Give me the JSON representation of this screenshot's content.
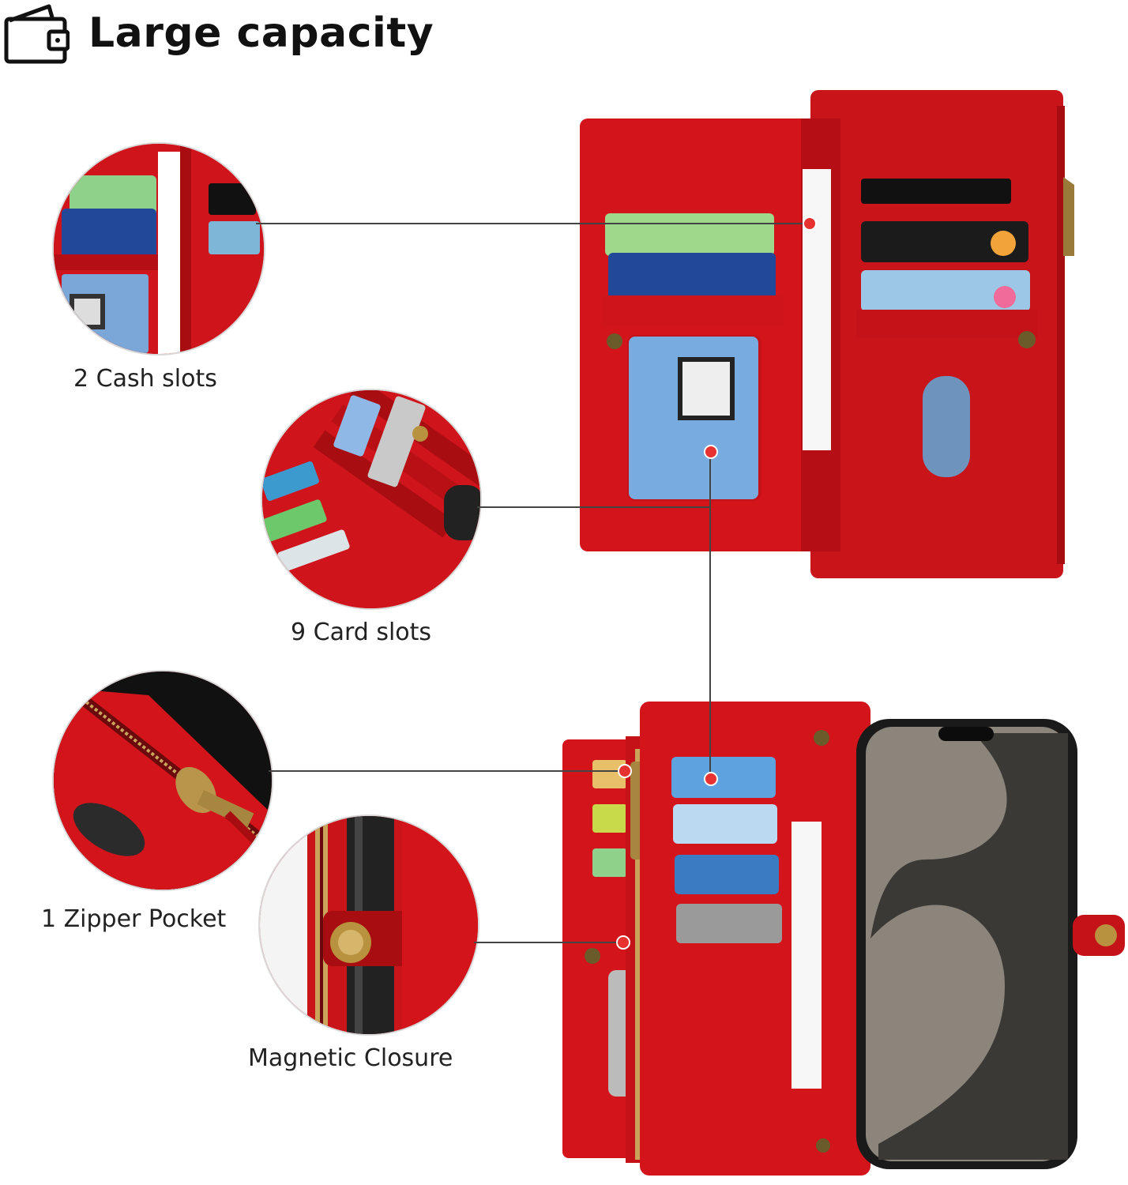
{
  "header": {
    "title": "Large capacity",
    "icon": "wallet-icon"
  },
  "features": [
    {
      "label": "2 Cash slots",
      "icon": "cash-slots-zoom"
    },
    {
      "label": "9 Card slots",
      "icon": "card-slots-zoom"
    },
    {
      "label": "1 Zipper Pocket",
      "icon": "zipper-pocket-zoom"
    },
    {
      "label": "Magnetic Closure",
      "icon": "magnetic-closure-zoom"
    }
  ],
  "colors": {
    "leather": "#d4141b",
    "leather_dark": "#a80d12",
    "accent_dot": "#e8322f",
    "text": "#111111"
  }
}
